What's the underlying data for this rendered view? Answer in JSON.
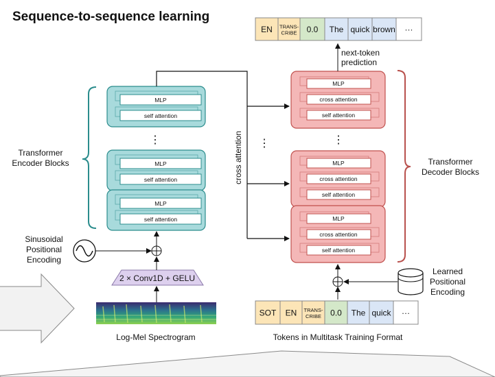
{
  "title": "Sequence-to-sequence learning",
  "encoder": {
    "label_line1": "Transformer",
    "label_line2": "Encoder Blocks",
    "blocks": [
      {
        "mlp": "MLP",
        "attn": "self attention"
      },
      {
        "mlp": "MLP",
        "attn": "self attention"
      },
      {
        "mlp": "MLP",
        "attn": "self attention"
      }
    ],
    "ellipsis": "⋮"
  },
  "decoder": {
    "label_line1": "Transformer",
    "label_line2": "Decoder Blocks",
    "blocks": [
      {
        "mlp": "MLP",
        "cross": "cross attention",
        "attn": "self attention"
      },
      {
        "mlp": "MLP",
        "cross": "cross attention",
        "attn": "self attention"
      },
      {
        "mlp": "MLP",
        "cross": "cross attention",
        "attn": "self attention"
      }
    ],
    "ellipsis": "⋮"
  },
  "cross_attention_label": "cross attention",
  "middle_ellipsis": "⋮",
  "positional_encoding": {
    "line1": "Sinusoidal",
    "line2": "Positional",
    "line3": "Encoding"
  },
  "learned_encoding": {
    "line1": "Learned",
    "line2": "Positional",
    "line3": "Encoding"
  },
  "conv_label": "2 × Conv1D + GELU",
  "spectrogram_label": "Log-Mel Spectrogram",
  "tokens_label": "Tokens in Multitask Training Format",
  "next_token": {
    "line1": "next-token",
    "line2": "prediction"
  },
  "output_tokens": [
    {
      "text": "EN",
      "color": "#fce5b7"
    },
    {
      "text1": "TRANS-",
      "text2": "CRIBE",
      "color": "#fce5b7"
    },
    {
      "text": "0.0",
      "color": "#d4e8c9"
    },
    {
      "text": "The",
      "color": "#dae6f6"
    },
    {
      "text": "quick",
      "color": "#dae6f6"
    },
    {
      "text": "brown",
      "color": "#dae6f6"
    },
    {
      "text": "···",
      "color": "#ffffff"
    }
  ],
  "input_tokens": [
    {
      "text": "SOT",
      "color": "#fce5b7"
    },
    {
      "text": "EN",
      "color": "#fce5b7"
    },
    {
      "text1": "TRANS-",
      "text2": "CRIBE",
      "color": "#fce5b7"
    },
    {
      "text": "0.0",
      "color": "#d4e8c9"
    },
    {
      "text": "The",
      "color": "#dae6f6"
    },
    {
      "text": "quick",
      "color": "#dae6f6"
    },
    {
      "text": "···",
      "color": "#ffffff"
    }
  ],
  "colors": {
    "encoder_fill": "#a8dadc",
    "encoder_stroke": "#2a8c8c",
    "decoder_fill": "#f4b7b7",
    "decoder_stroke": "#c0504d",
    "conv_fill": "#ddd0ee",
    "encoder_brace": "#2a8c8c",
    "decoder_brace": "#b8504c"
  }
}
